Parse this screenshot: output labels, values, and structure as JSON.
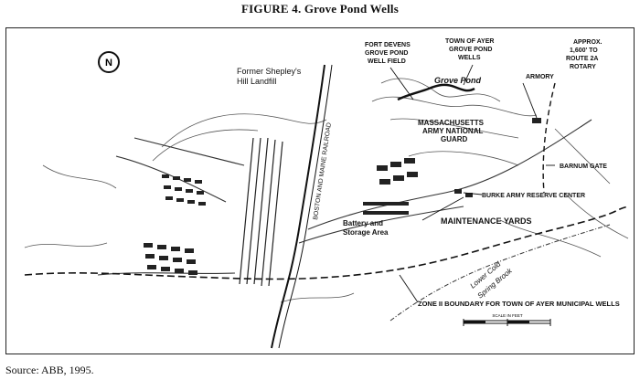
{
  "figure": {
    "title": "FIGURE 4.  Grove Pond Wells",
    "source": "Source: ABB, 1995."
  },
  "map": {
    "north_symbol": "N",
    "labels": {
      "landfill": [
        "Former Shepley's",
        "Hill Landfill"
      ],
      "railroad": "BOSTON AND MAINE RAILROAD",
      "fort_devens": [
        "FORT DEVENS",
        "GROVE POND",
        "WELL FIELD"
      ],
      "town_wells": [
        "TOWN OF AYER",
        "GROVE POND",
        "WELLS"
      ],
      "grove_pond": "Grove Pond",
      "armory": "ARMORY",
      "route_note": [
        "APPROX.",
        "1,600' TO",
        "ROUTE 2A",
        "ROTARY"
      ],
      "national_guard": [
        "MASSACHUSETTS",
        "ARMY NATIONAL",
        "GUARD"
      ],
      "barnum_gate": "BARNUM GATE",
      "burke_center": "BURKE ARMY RESERVE CENTER",
      "maintenance_yards": "MAINTENANCE YARDS",
      "battery_storage": [
        "Battery and",
        "Storage Area"
      ],
      "spring_brook": [
        "Lower Cold",
        "Spring Brook"
      ],
      "zone_boundary": "ZONE II BOUNDARY FOR TOWN OF AYER MUNICIPAL WELLS",
      "scale_title": "SCALE IN FEET"
    }
  }
}
